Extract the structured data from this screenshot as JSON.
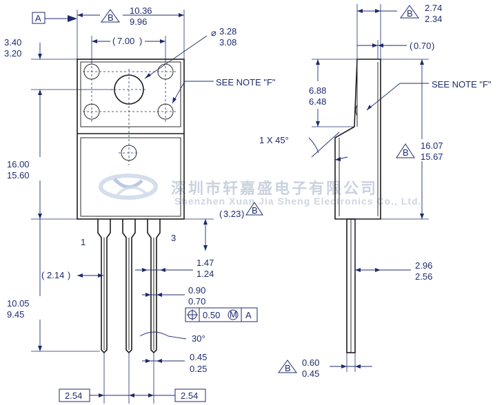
{
  "datum_a": "A",
  "datum_b": "B",
  "top": {
    "width_max": "10.36",
    "width_min": "9.96",
    "hole_spacing": "7.00",
    "hole_dia_max": "3.28",
    "hole_dia_min": "3.08",
    "dia_symbol": "⌀"
  },
  "left": {
    "hole_offset_max": "3.40",
    "hole_offset_min": "3.20",
    "body_h_max": "16.00",
    "body_h_min": "15.60",
    "lead_len_max": "10.05",
    "lead_len_min": "9.45",
    "pitch_offset": "2.14"
  },
  "notes": {
    "see_note_f": "SEE NOTE \"F\"",
    "chamfer": "1 X 45°"
  },
  "watermark": {
    "chinese": "深圳市轩嘉盛电子有限公司",
    "english": "Shenzhen Xuan Jia Sheng Electronics Co., Ltd."
  },
  "body": {
    "step": "3.23"
  },
  "leads": {
    "pin1": "1",
    "pin3": "3",
    "width_max": "1.47",
    "width_min": "1.24",
    "tip_w_max": "0.90",
    "tip_w_min": "0.70",
    "tol_value": "0.50",
    "tol_modifier": "M",
    "tol_datum": "A",
    "angle": "30°",
    "thk_max": "0.45",
    "thk_min": "0.25",
    "pitch": "2.54"
  },
  "side": {
    "thk_max": "2.74",
    "thk_min": "2.34",
    "tab_offset": "0.70",
    "tab_h_max": "6.88",
    "tab_h_min": "6.48",
    "body_h_max": "16.07",
    "body_h_min": "15.67",
    "lead_off_max": "2.96",
    "lead_off_min": "2.56",
    "lead_thk_max": "0.60",
    "lead_thk_min": "0.45"
  }
}
